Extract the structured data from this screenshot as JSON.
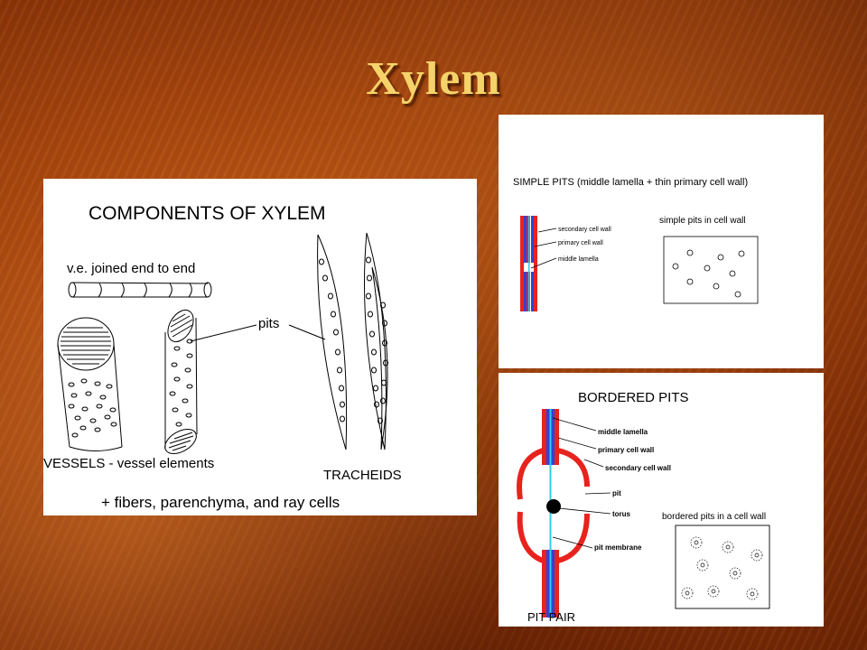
{
  "slide": {
    "title": "Xylem"
  },
  "components": {
    "heading": "COMPONENTS OF XYLEM",
    "ve_label": "v.e. joined end to end",
    "pits_label": "pits",
    "vessels_label": "VESSELS - vessel elements",
    "tracheids_label": "TRACHEIDS",
    "footer": "+ fibers, parenchyma, and ray cells"
  },
  "simple_pits": {
    "heading": "SIMPLE PITS (middle lamella + thin primary cell wall)",
    "secondary_label": "secondary cell wall",
    "primary_label": "primary cell wall",
    "middle_label": "middle lamella",
    "wall_label": "simple pits in cell wall"
  },
  "bordered_pits": {
    "heading": "BORDERED PITS",
    "middle_label": "middle lamella",
    "primary_label": "primary cell wall",
    "secondary_label": "secondary cell wall",
    "pit_label": "pit",
    "torus_label": "torus",
    "membrane_label": "pit membrane",
    "wall_label": "bordered pits in a cell wall",
    "pair_label": "PIT PAIR"
  },
  "colors": {
    "title": "#f6d36a",
    "wall_red": "#e8231e",
    "wall_blue": "#3042d8",
    "lamella_cyan": "#35c8e8"
  }
}
